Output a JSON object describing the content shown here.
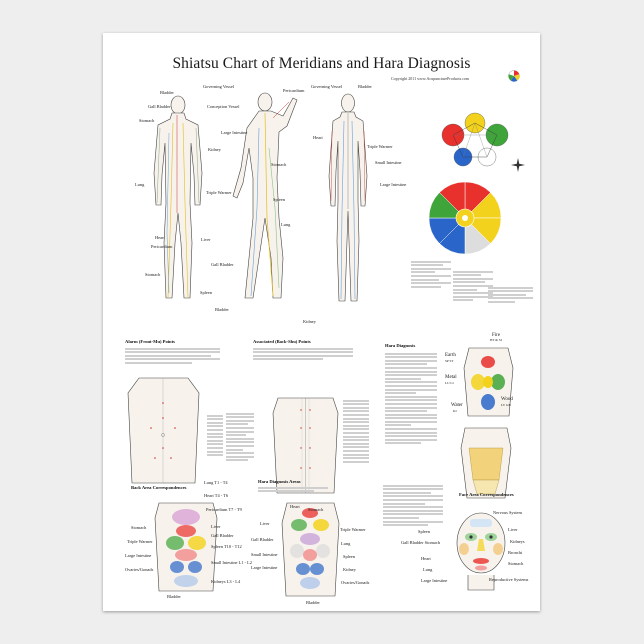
{
  "poster": {
    "title": "Shiatsu Chart of Meridians and Hara Diagnosis",
    "copyright": "Copyright 2011 www.AcupunctureProducts.com"
  },
  "left_labels": [
    "Bladder",
    "Governing Vessel",
    "Gall Bladder",
    "Conception Vessel",
    "Stomach",
    "Large Intestine",
    "Kidney",
    "Lung",
    "Triple Warmer",
    "Heart",
    "Pericardium",
    "Liver",
    "Stomach",
    "Spleen",
    "Gall Bladder",
    "Bladder"
  ],
  "mid_labels": [
    "Pericardium",
    "Stomach",
    "Spleen",
    "Lung",
    "Kidney"
  ],
  "right_labels": [
    "Governing Vessel",
    "Bladder",
    "Heart",
    "Triple Warmer",
    "Small Intestine",
    "Large Intestine"
  ],
  "sections": {
    "alarm": "Alarm (Front-Mu) Points",
    "assoc": "Associated (Back-Shu) Points",
    "hara": "Hara Diagnosis",
    "back_area": "Back Area Correspondences",
    "hara_areas": "Hara Diagnosis Areas",
    "face_area": "Face Area Correspondences"
  },
  "elements": {
    "fire": "Fire",
    "earth": "Earth",
    "metal": "Metal",
    "water": "Water",
    "wood": "Wood",
    "ht_si": "HT & SI",
    "sp_st": "SP ST",
    "lu_li": "LU LI",
    "ki": "KI",
    "lv_gb": "LV GB"
  },
  "back_labels": [
    "Lung T1 - T4",
    "Heart T4 - T6",
    "Pericardium T7 - T9",
    "Liver",
    "Gall Bladder",
    "Spleen T10 - T12",
    "Small Intestine L1 - L2",
    "Kidneys L3 - L4",
    "Stomach",
    "Triple Warmer",
    "Large Intestine",
    "Ovaries/Gonads",
    "Bladder"
  ],
  "hara_labels": [
    "Heart",
    "Stomach",
    "Liver",
    "Triple Warmer",
    "Lung",
    "Gall Bladder",
    "Small Intestine",
    "Large Intestine",
    "Spleen",
    "Kidney",
    "Ovaries/Gonads",
    "Bladder"
  ],
  "face_labels": [
    "Nervous System",
    "Liver",
    "Kidneys",
    "Bronchi",
    "Stomach",
    "Spleen",
    "Gall Bladder Stomach",
    "Heart",
    "Lung",
    "Large Intestine",
    "Reproductive Systems"
  ],
  "colors": {
    "fire": "#e8302c",
    "earth": "#f2d21c",
    "metal": "#d9d9d9",
    "water": "#2a66c9",
    "wood": "#3fa53a"
  }
}
